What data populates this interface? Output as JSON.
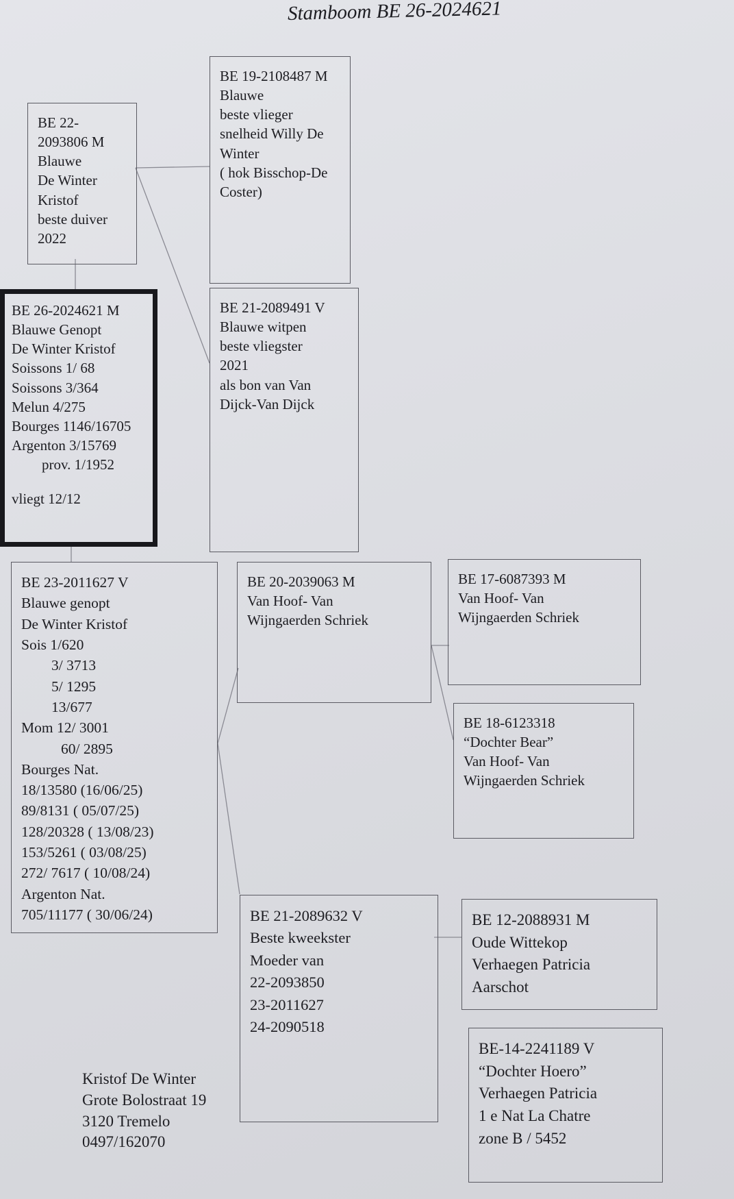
{
  "title": "Stamboom BE 26-2024621",
  "boxes": {
    "main": {
      "lines": [
        "BE 26-2024621 M",
        "Blauwe Genopt",
        "De Winter Kristof",
        "Soissons 1/ 68",
        "Soissons 3/364",
        "Melun 4/275",
        "Bourges 1146/16705",
        "Argenton 3/15769"
      ],
      "indented": "prov. 1/1952",
      "footer": "vliegt 12/12"
    },
    "father": {
      "lines": [
        "BE 22-",
        "2093806 M",
        "Blauwe",
        "De Winter",
        "Kristof",
        "beste duiver",
        "2022"
      ]
    },
    "ff": {
      "lines": [
        "BE 19-2108487 M",
        "Blauwe",
        "beste vlieger",
        "snelheid Willy De",
        "Winter",
        "( hok Bisschop-De",
        "Coster)"
      ]
    },
    "fm": {
      "lines": [
        "BE 21-2089491 V",
        "Blauwe witpen",
        "beste vliegster",
        "2021",
        "als bon van Van",
        "Dijck-Van Dijck"
      ]
    },
    "mother": {
      "lines_a": [
        "BE 23-2011627 V",
        "Blauwe genopt",
        "De Winter Kristof",
        "Sois 1/620"
      ],
      "lines_b": [
        "3/ 3713",
        "5/ 1295",
        "13/677"
      ],
      "line_c": "Mom 12/ 3001",
      "line_d": "60/ 2895",
      "lines_e": [
        "Bourges Nat.",
        "18/13580 (16/06/25)",
        "89/8131 ( 05/07/25)",
        "128/20328 ( 13/08/23)",
        "153/5261 ( 03/08/25)",
        "272/ 7617 ( 10/08/24)",
        "Argenton Nat.",
        "705/11177 ( 30/06/24)"
      ]
    },
    "mf": {
      "lines": [
        "BE 20-2039063 M",
        "Van Hoof- Van",
        "Wijngaerden Schriek"
      ]
    },
    "mff": {
      "lines": [
        "BE 17-6087393 M",
        "Van Hoof- Van",
        "Wijngaerden Schriek"
      ]
    },
    "mfm": {
      "lines": [
        "BE 18-6123318",
        "“Dochter Bear”",
        "Van Hoof- Van",
        "Wijngaerden Schriek"
      ]
    },
    "mm": {
      "lines": [
        "BE 21-2089632 V",
        "Beste kweekster",
        "Moeder van",
        "22-2093850",
        "23-2011627",
        "24-2090518"
      ]
    },
    "mmf": {
      "lines": [
        "BE 12-2088931 M",
        "Oude Wittekop",
        "Verhaegen Patricia",
        "Aarschot"
      ]
    },
    "mmm": {
      "lines": [
        "BE-14-2241189 V",
        "“Dochter Hoero”",
        "Verhaegen Patricia",
        "1 e Nat La Chatre",
        "zone B / 5452"
      ]
    }
  },
  "owner": {
    "name": "Kristof De Winter",
    "street": "Grote Bolostraat 19",
    "city": "3120 Tremelo",
    "phone": "0497/162070"
  }
}
